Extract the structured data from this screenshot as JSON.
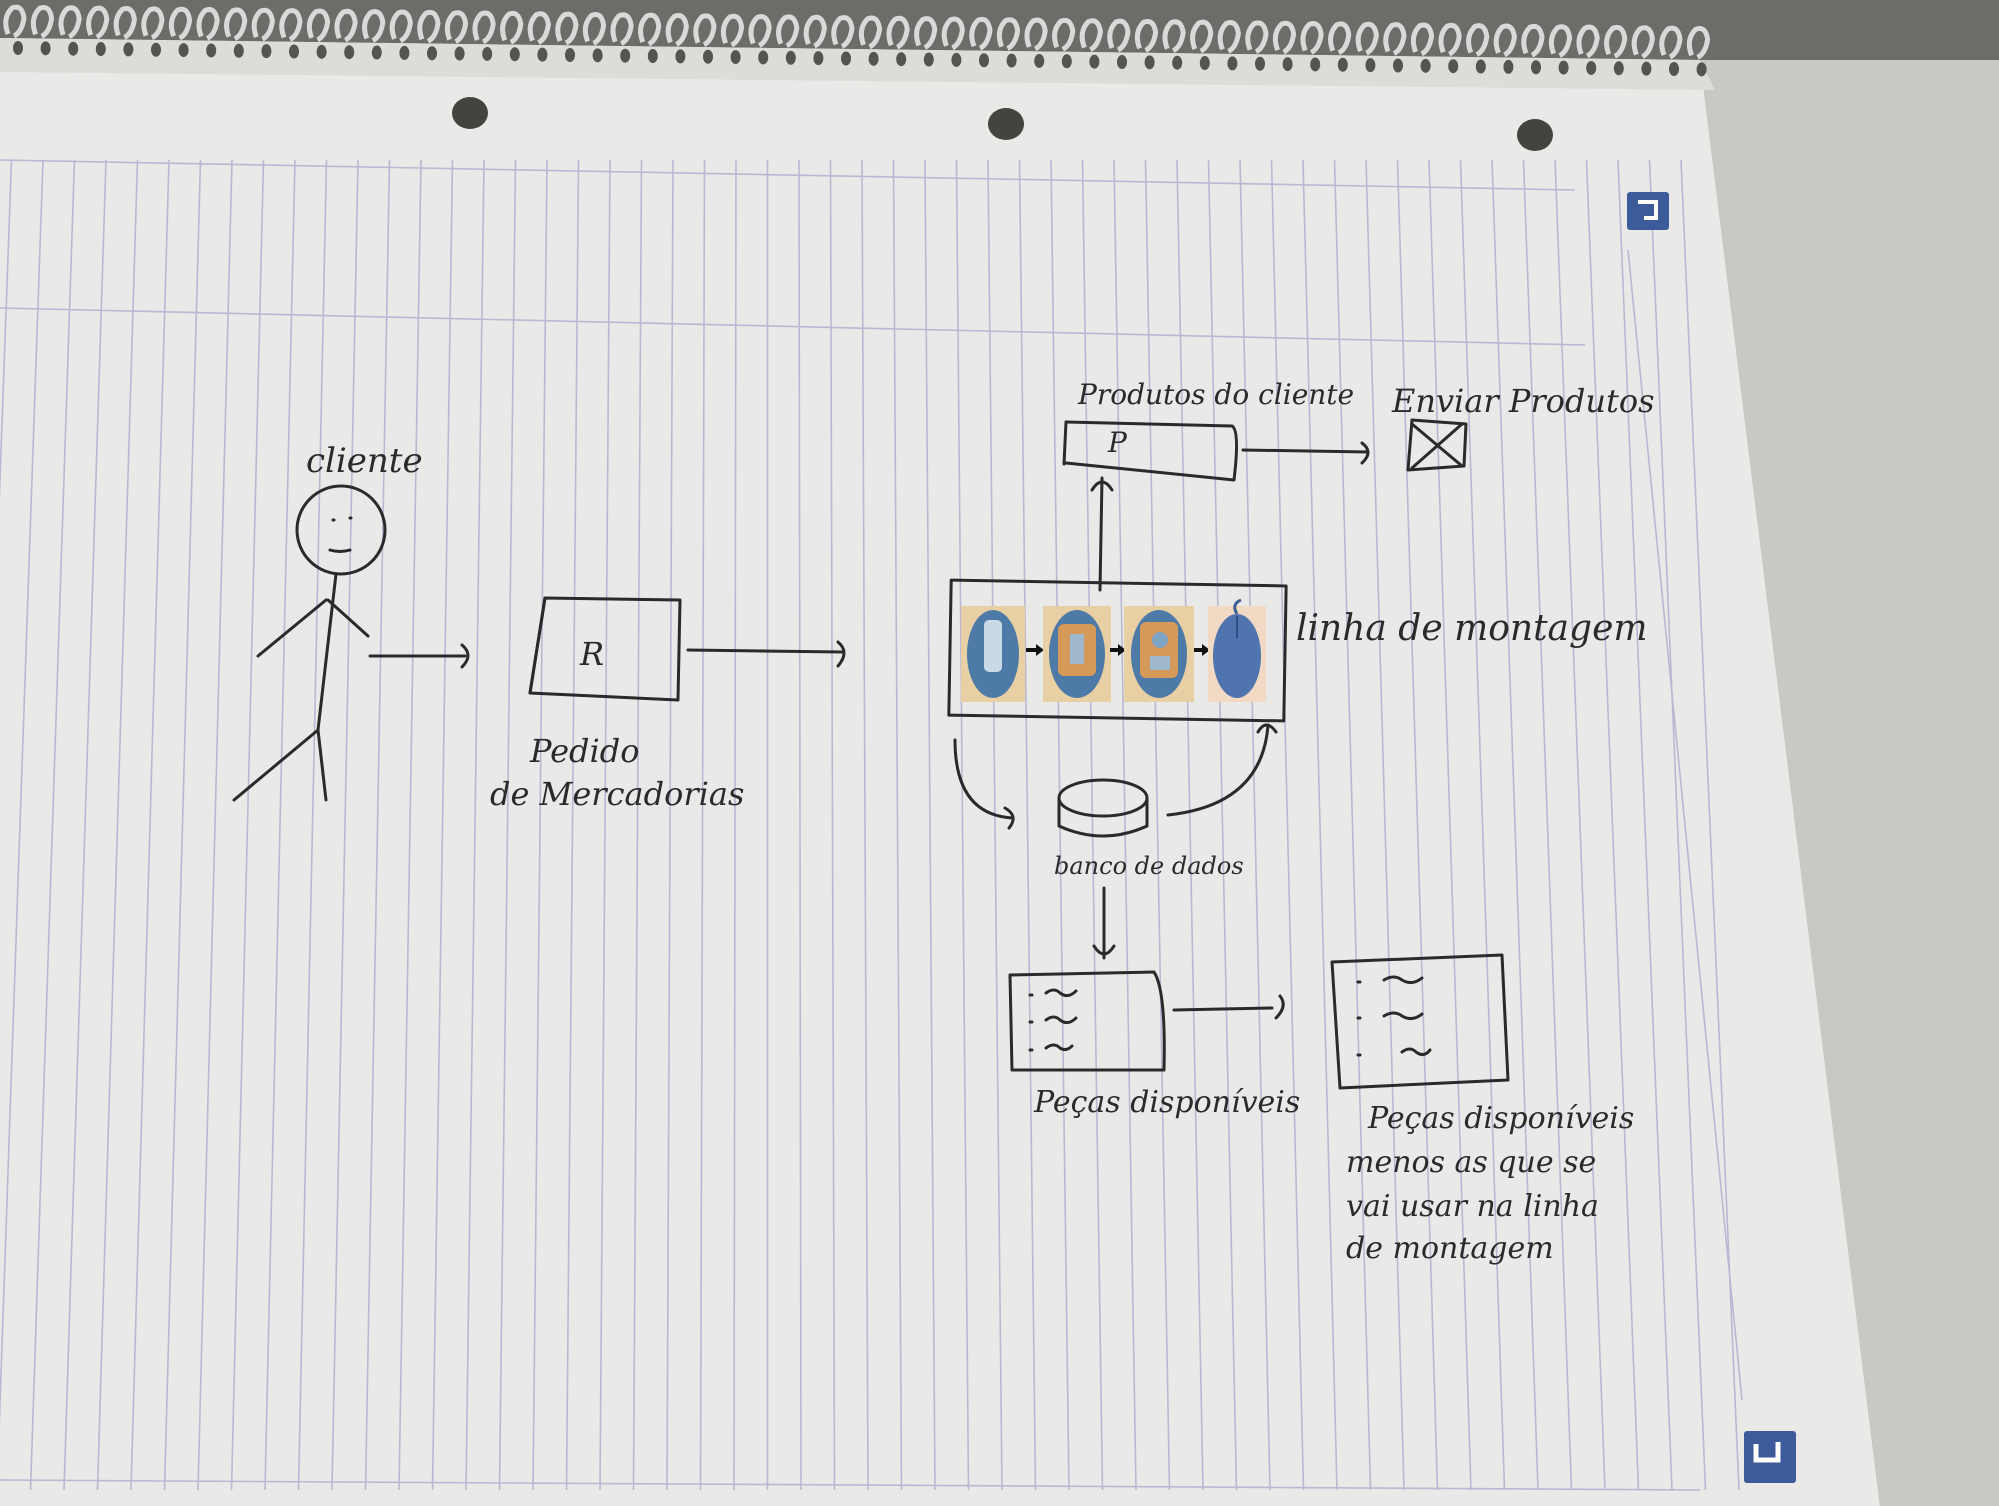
{
  "diagram": {
    "actor": {
      "label": "cliente"
    },
    "order": {
      "symbol": "R",
      "caption_line1": "Pedido",
      "caption_line2": "de Mercadorias"
    },
    "products": {
      "symbol": "P",
      "caption": "Produtos do cliente"
    },
    "ship": {
      "caption": "Enviar Produtos"
    },
    "assembly": {
      "caption": "linha de montagem"
    },
    "database": {
      "caption": "banco de dados"
    },
    "parts": {
      "caption": "Peças disponíveis"
    },
    "remaining": {
      "caption_line1": "Peças disponíveis",
      "caption_line2": "menos as que se",
      "caption_line3": "vai usar na linha",
      "caption_line4": "de montagem"
    }
  },
  "colors": {
    "paper": "#e9e9e7",
    "ruling": "#b8b8d4",
    "ink": "#2a2a2a",
    "tab": "#3d5a9a",
    "mouse_blue": "#4d7aa6",
    "photo_bg": "#e8cfa4"
  }
}
